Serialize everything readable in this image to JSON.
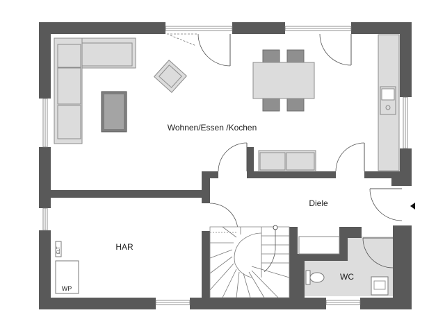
{
  "rooms": {
    "living": "Wohnen/Essen /Kochen",
    "hall": "Diele",
    "utility": "HAR",
    "wc": "WC"
  },
  "equipment": {
    "heat_pump": "WP",
    "electrical": "ELT"
  },
  "colors": {
    "wall": "#595959",
    "furniture": "#dcdcdc",
    "furniture_outline": "#8c8c8c",
    "wc_floor": "#dddddd",
    "background": "#ffffff"
  },
  "icons": {
    "entrance_marker": "triangle-entrance-icon"
  }
}
